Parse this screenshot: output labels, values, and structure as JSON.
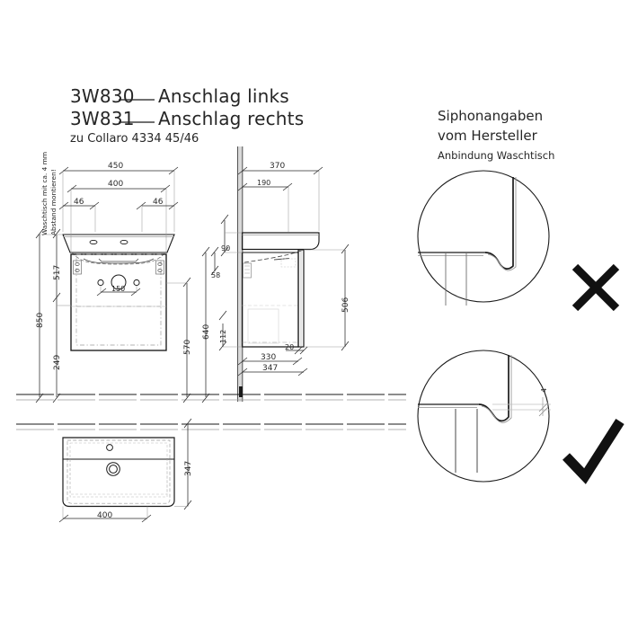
{
  "document": {
    "kind": "technical-drawing",
    "bg_color": "#ffffff",
    "line_color": "#1a1a1a",
    "thin_color": "#8c8c8c",
    "dim_color": "#2a2a2a"
  },
  "titles": {
    "line1_code": "3W830",
    "line1_rule": "___",
    "line1_text": "Anschlag links",
    "line2_code": "3W831",
    "line2_rule": "___",
    "line2_text": "Anschlag rechts",
    "line3": "zu Collaro 4334 45/46"
  },
  "notes": {
    "vertical_note_line1": "Waschtisch mit ca. 4 mm",
    "vertical_note_line2": "Abstand montieren!"
  },
  "siphon_panel": {
    "heading_line1": "Siphonangaben",
    "heading_line2": "vom Hersteller",
    "subheading": "Anbindung Waschtisch",
    "detail_bad_mark": "cross-mark",
    "detail_good_mark": "check-mark",
    "gap_label": "4"
  },
  "front_view": {
    "name": "front-elevation",
    "dimensions": {
      "basin_width": "450",
      "cabinet_width": "400",
      "offset_left": "46",
      "offset_right": "46",
      "tap_hole_spacing": "150",
      "height_total": "850",
      "height_top": "517",
      "height_floor": "249",
      "cabinet_height": "570"
    }
  },
  "side_view": {
    "name": "side-elevation",
    "dimensions": {
      "basin_depth": "370",
      "basin_inner": "190",
      "basin_rim": "90",
      "basin_under": "58",
      "cabinet_offset": "112",
      "cabinet_depth_front": "330",
      "cabinet_depth_total": "347",
      "panel_thickness": "20",
      "cabinet_body_height": "506",
      "overall_height": "640"
    }
  },
  "plan_view": {
    "name": "plan-view",
    "dimensions": {
      "depth": "347",
      "width": "400"
    }
  }
}
